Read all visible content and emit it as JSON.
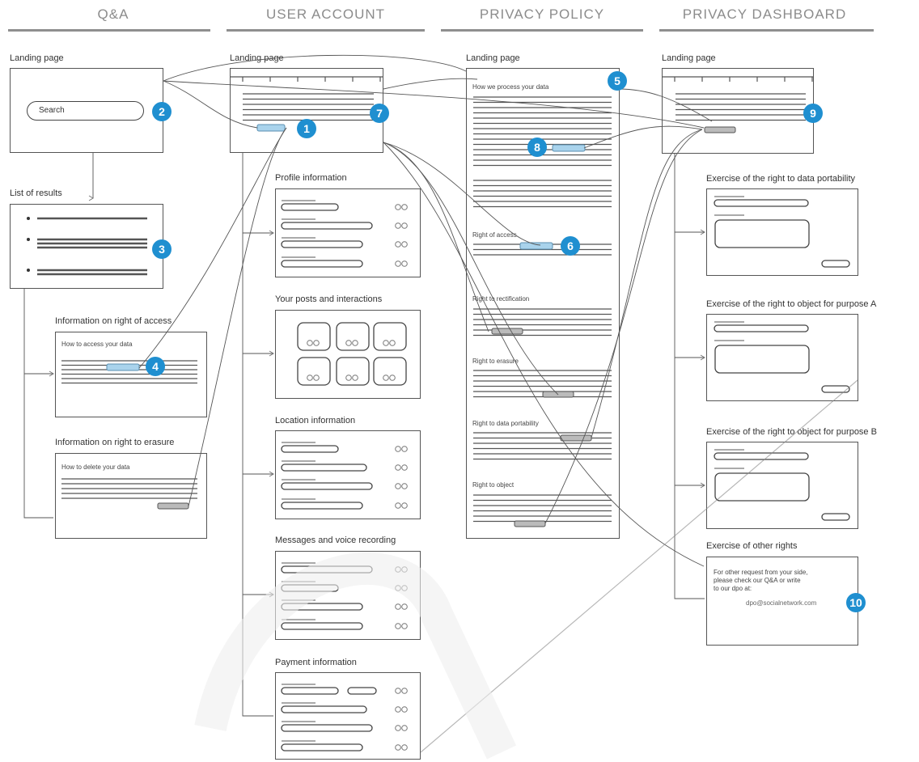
{
  "columns": {
    "qa": "Q&A",
    "account": "USER ACCOUNT",
    "policy": "PRIVACY POLICY",
    "dashboard": "PRIVACY DASHBOARD"
  },
  "qa": {
    "landing_label": "Landing page",
    "search_placeholder": "Search",
    "results_label": "List of results",
    "access_title": "Information on right of access",
    "access_sub": "How to access your data",
    "erasure_title": "Information on right to erasure",
    "erasure_sub": "How to delete your data"
  },
  "account": {
    "landing_label": "Landing page",
    "profile": "Profile information",
    "posts": "Your posts and interactions",
    "location": "Location information",
    "messages": "Messages and voice recording",
    "payment": "Payment information",
    "toggle": "OO"
  },
  "policy": {
    "landing_label": "Landing page",
    "process": "How we process your data",
    "access": "Right of access",
    "rectification": "Right to rectification",
    "erasure": "Right to erasure",
    "portability": "Right to data portability",
    "object": "Right to object"
  },
  "dashboard": {
    "landing_label": "Landing page",
    "portability": "Exercise of the right to data portability",
    "object_a": "Exercise of the right to object for purpose A",
    "object_b": "Exercise of the right to object for purpose B",
    "other": "Exercise of other rights",
    "other_text_1": "For other request from your side,",
    "other_text_2": "please check our Q&A or write",
    "other_text_3": "to our dpo at:",
    "other_email": "dpo@socialnetwork.com"
  },
  "badges": [
    "1",
    "2",
    "3",
    "4",
    "5",
    "6",
    "7",
    "8",
    "9",
    "10"
  ],
  "colors": {
    "accent": "#1f8fd0",
    "highlight": "#a9d3ec",
    "line": "#555555",
    "rule": "#8f8f8f"
  }
}
